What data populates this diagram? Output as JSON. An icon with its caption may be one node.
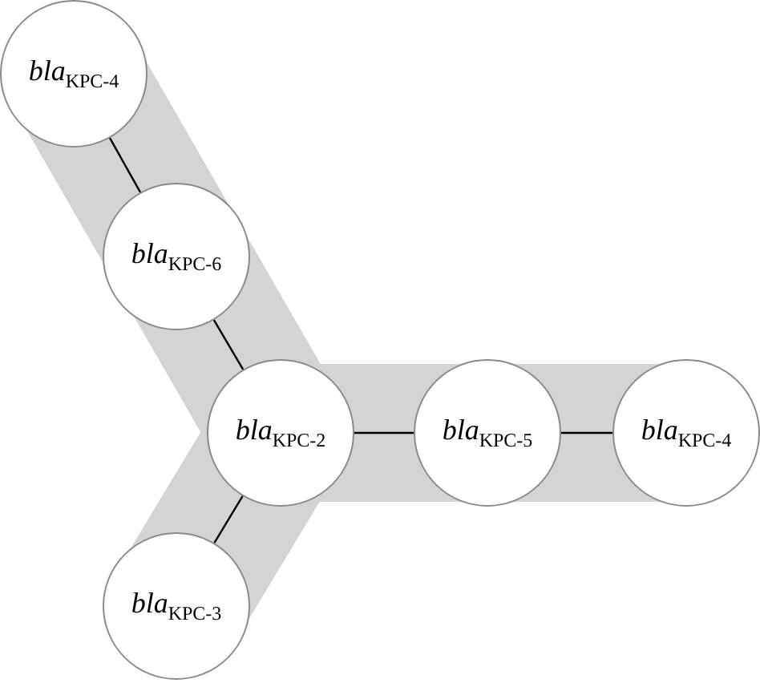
{
  "diagram": {
    "nodes": [
      {
        "text": [
          "*bla*$_{KPC-4}$"
        ]
      },
      {
        "text": [
          "*bla*$_{KPC-6}$"
        ]
      },
      {
        "text": [
          "*bla*$_{KPC-2}$"
        ]
      },
      {
        "text": [
          "*bla*$_{KPC-5}$"
        ]
      },
      {
        "text": [
          "*bla*$_{KPC-4}$"
        ]
      },
      {
        "text": [
          "*bla*$_{KPC-3}$"
        ]
      }
    ],
    "edges": [
      {
        "from": 0,
        "to": 1,
        "arrow": "none"
      },
      {
        "from": 1,
        "to": 2,
        "arrow": "none"
      },
      {
        "from": 2,
        "to": 3,
        "arrow": "none"
      },
      {
        "from": 3,
        "to": 4,
        "arrow": "none"
      },
      {
        "from": 2,
        "to": 5,
        "arrow": "none"
      }
    ]
  }
}
